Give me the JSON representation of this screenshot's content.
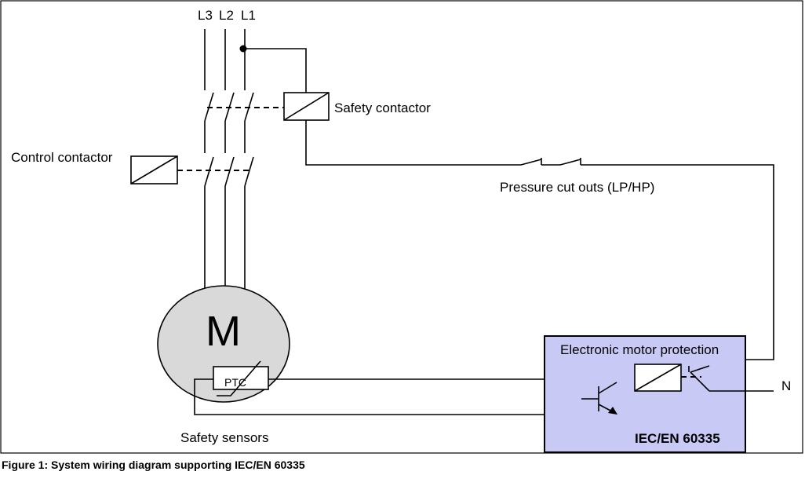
{
  "phases": {
    "l3": "L3",
    "l2": "L2",
    "l1": "L1"
  },
  "labels": {
    "safety_contactor": "Safety contactor",
    "control_contactor": "Control contactor",
    "pressure_cutouts": "Pressure cut outs (LP/HP)",
    "motor": "M",
    "ptc": "PTC",
    "safety_sensors": "Safety sensors",
    "motor_protection": "Electronic motor protection",
    "standard": "IEC/EN 60335",
    "neutral": "N"
  },
  "caption": "Figure 1: System wiring diagram supporting IEC/EN 60335",
  "colors": {
    "motor_fill": "#d9d9d9",
    "protection_fill": "#c9c9f5",
    "line": "#000000"
  }
}
